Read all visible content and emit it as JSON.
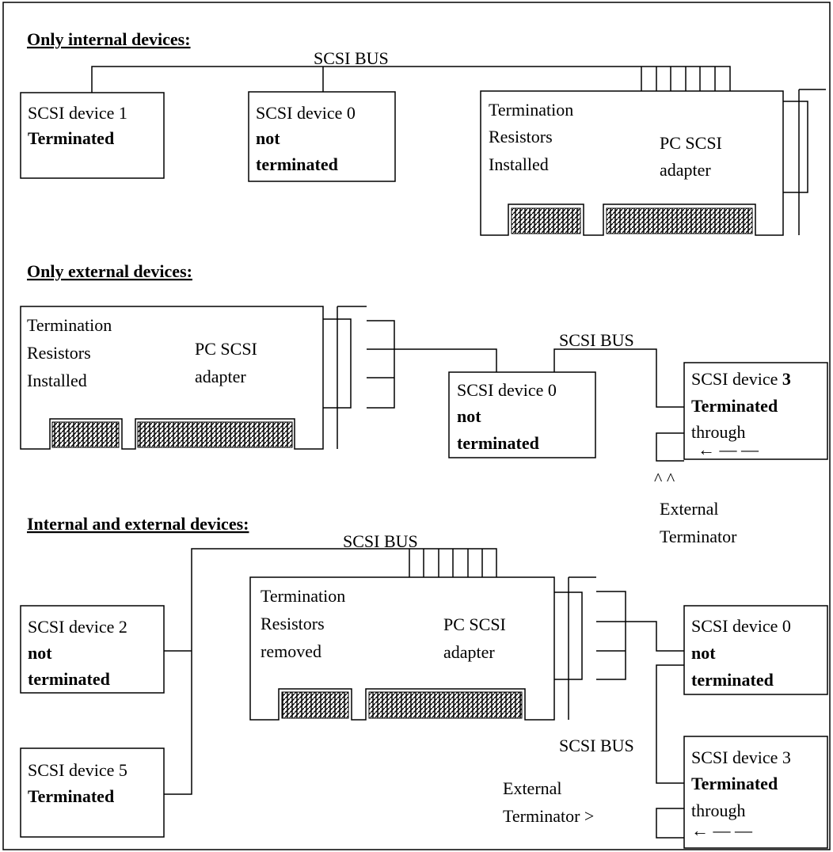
{
  "sections": {
    "internal": "Only internal devices:",
    "external": "Only external devices:",
    "both": "Internal and external devices:"
  },
  "labels": {
    "scsi_bus": "SCSI BUS",
    "adapter_line1": "PC SCSI",
    "adapter_line2": "adapter",
    "termination": "Termination",
    "resistors": "Resistors",
    "installed": "Installed",
    "removed": "removed",
    "external": "External",
    "terminator": "Terminator",
    "terminator_arrow": "Terminator  >",
    "carets": "^  ^"
  },
  "devices": {
    "d1": "SCSI device 1",
    "d0": "SCSI device 0",
    "d2": "SCSI device 2",
    "d3": "SCSI device 3",
    "d3_prefix": "SCSI device ",
    "d3_num": "3",
    "d5": "SCSI device 5",
    "terminated": "Terminated",
    "not": "not",
    "not_terminated": "terminated",
    "through": "through",
    "through_arrow": "←  —  —"
  }
}
